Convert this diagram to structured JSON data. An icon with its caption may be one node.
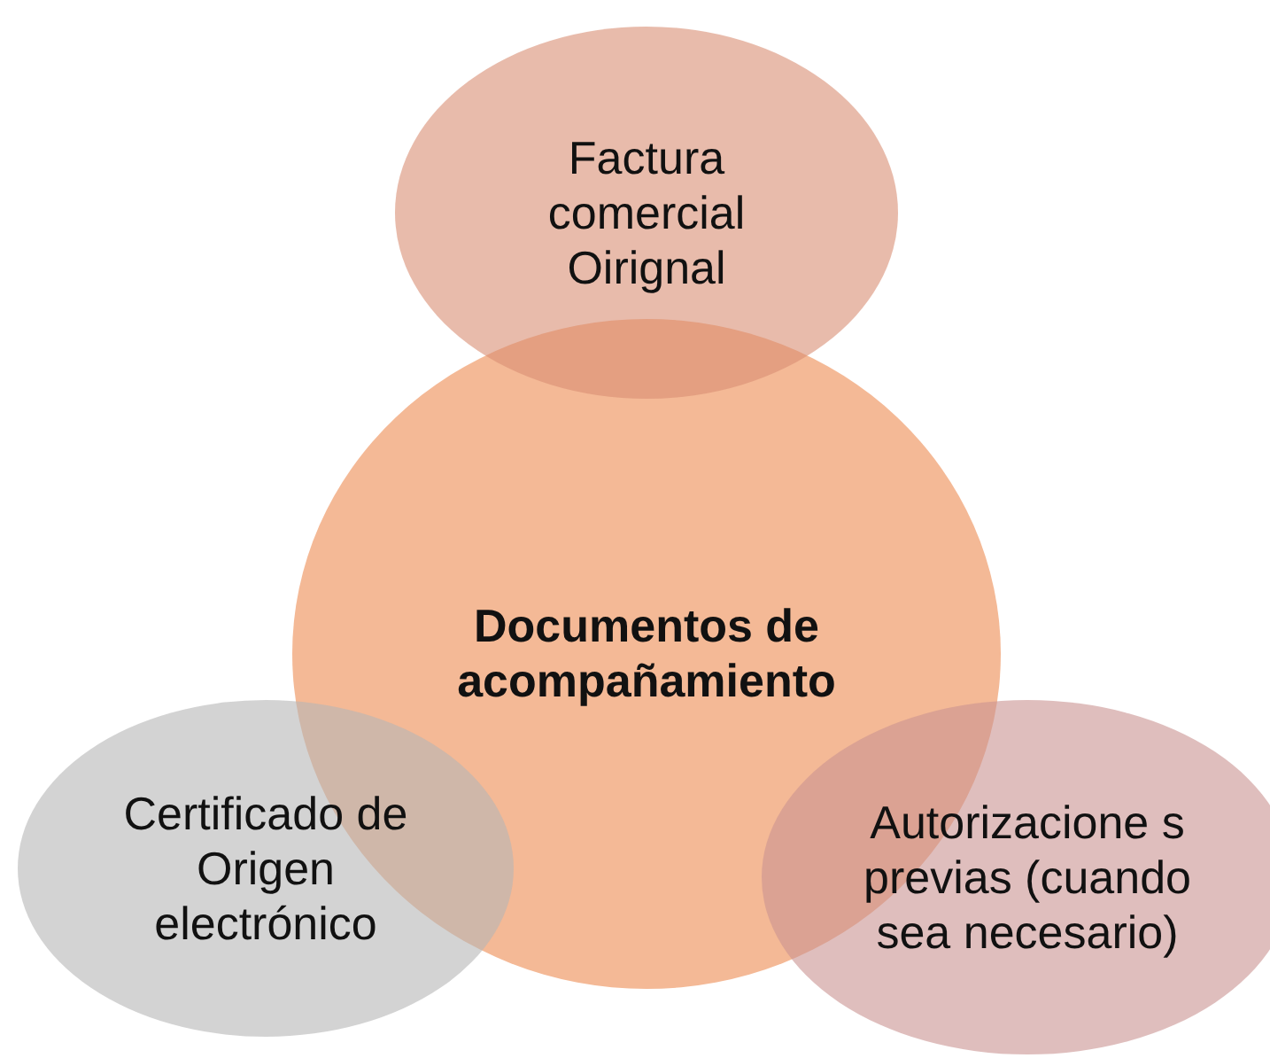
{
  "diagram": {
    "nodes": [
      {
        "text": [
          "Factura comercial Oirignal"
        ]
      },
      {
        "text": [
          "Documentos de acompañamiento"
        ]
      },
      {
        "text": [
          "Certificado de Origen electrónico"
        ]
      },
      {
        "text": [
          "Autorizacione s previas (cuando sea necesario)"
        ]
      }
    ]
  }
}
